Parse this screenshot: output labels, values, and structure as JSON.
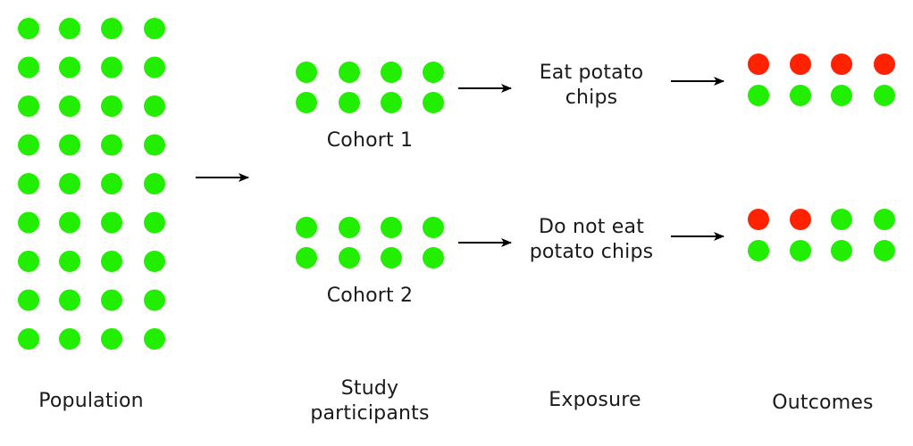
{
  "colors": {
    "no_outcome": "#22ee00",
    "outcome": "#ff2200",
    "arrow": "#000000",
    "text": "#1a1a1a"
  },
  "population": {
    "label": "Population",
    "rows": 9,
    "cols": 4
  },
  "cohorts": [
    {
      "name": "Cohort 1",
      "participants": [
        "no_outcome",
        "no_outcome",
        "no_outcome",
        "no_outcome",
        "no_outcome",
        "no_outcome",
        "no_outcome",
        "no_outcome"
      ],
      "exposure": "Eat potato\nchips",
      "outcomes": [
        "outcome",
        "outcome",
        "outcome",
        "outcome",
        "no_outcome",
        "no_outcome",
        "no_outcome",
        "no_outcome"
      ]
    },
    {
      "name": "Cohort 2",
      "participants": [
        "no_outcome",
        "no_outcome",
        "no_outcome",
        "no_outcome",
        "no_outcome",
        "no_outcome",
        "no_outcome",
        "no_outcome"
      ],
      "exposure": "Do not eat\npotato chips",
      "outcomes": [
        "outcome",
        "outcome",
        "no_outcome",
        "no_outcome",
        "no_outcome",
        "no_outcome",
        "no_outcome",
        "no_outcome"
      ]
    }
  ],
  "stage_labels": {
    "population": "Population",
    "study_participants": "Study\nparticipants",
    "exposure": "Exposure",
    "outcomes": "Outcomes"
  }
}
